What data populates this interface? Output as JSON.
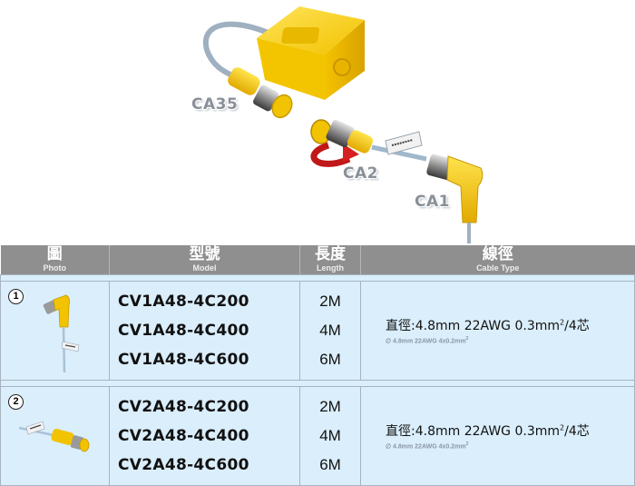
{
  "hero": {
    "labels": {
      "ca35": "CA35",
      "ca2": "CA2",
      "ca1": "CA1"
    }
  },
  "table": {
    "headers": [
      {
        "main": "圖",
        "sub": "Photo"
      },
      {
        "main": "型號",
        "sub": "Model"
      },
      {
        "main": "長度",
        "sub": "Length"
      },
      {
        "main": "線徑",
        "sub": "Cable Type"
      }
    ],
    "rows": [
      {
        "num": "1",
        "models": [
          "CV1A48-4C200",
          "CV1A48-4C400",
          "CV1A48-4C600"
        ],
        "lengths": [
          "2M",
          "4M",
          "6M"
        ],
        "cable_main": "直徑:4.8mm  22AWG  0.3mm",
        "cable_main_sup": "2",
        "cable_main_suffix": "/4芯",
        "cable_sub": "∅ 4.8mm 22AWG 4x0.2mm",
        "cable_sub_sup": "2"
      },
      {
        "num": "2",
        "models": [
          "CV2A48-4C200",
          "CV2A48-4C400",
          "CV2A48-4C600"
        ],
        "lengths": [
          "2M",
          "4M",
          "6M"
        ],
        "cable_main": "直徑:4.8mm  22AWG  0.3mm",
        "cable_main_sup": "2",
        "cable_main_suffix": "/4芯",
        "cable_sub": "∅ 4.8mm 22AWG 4x0.2mm",
        "cable_sub_sup": "2"
      }
    ]
  },
  "colors": {
    "connector_yellow": "#f6c700",
    "header_gray": "#8f8f8f",
    "row_blue": "#daeefb",
    "rotate_arrow": "#d62020"
  }
}
